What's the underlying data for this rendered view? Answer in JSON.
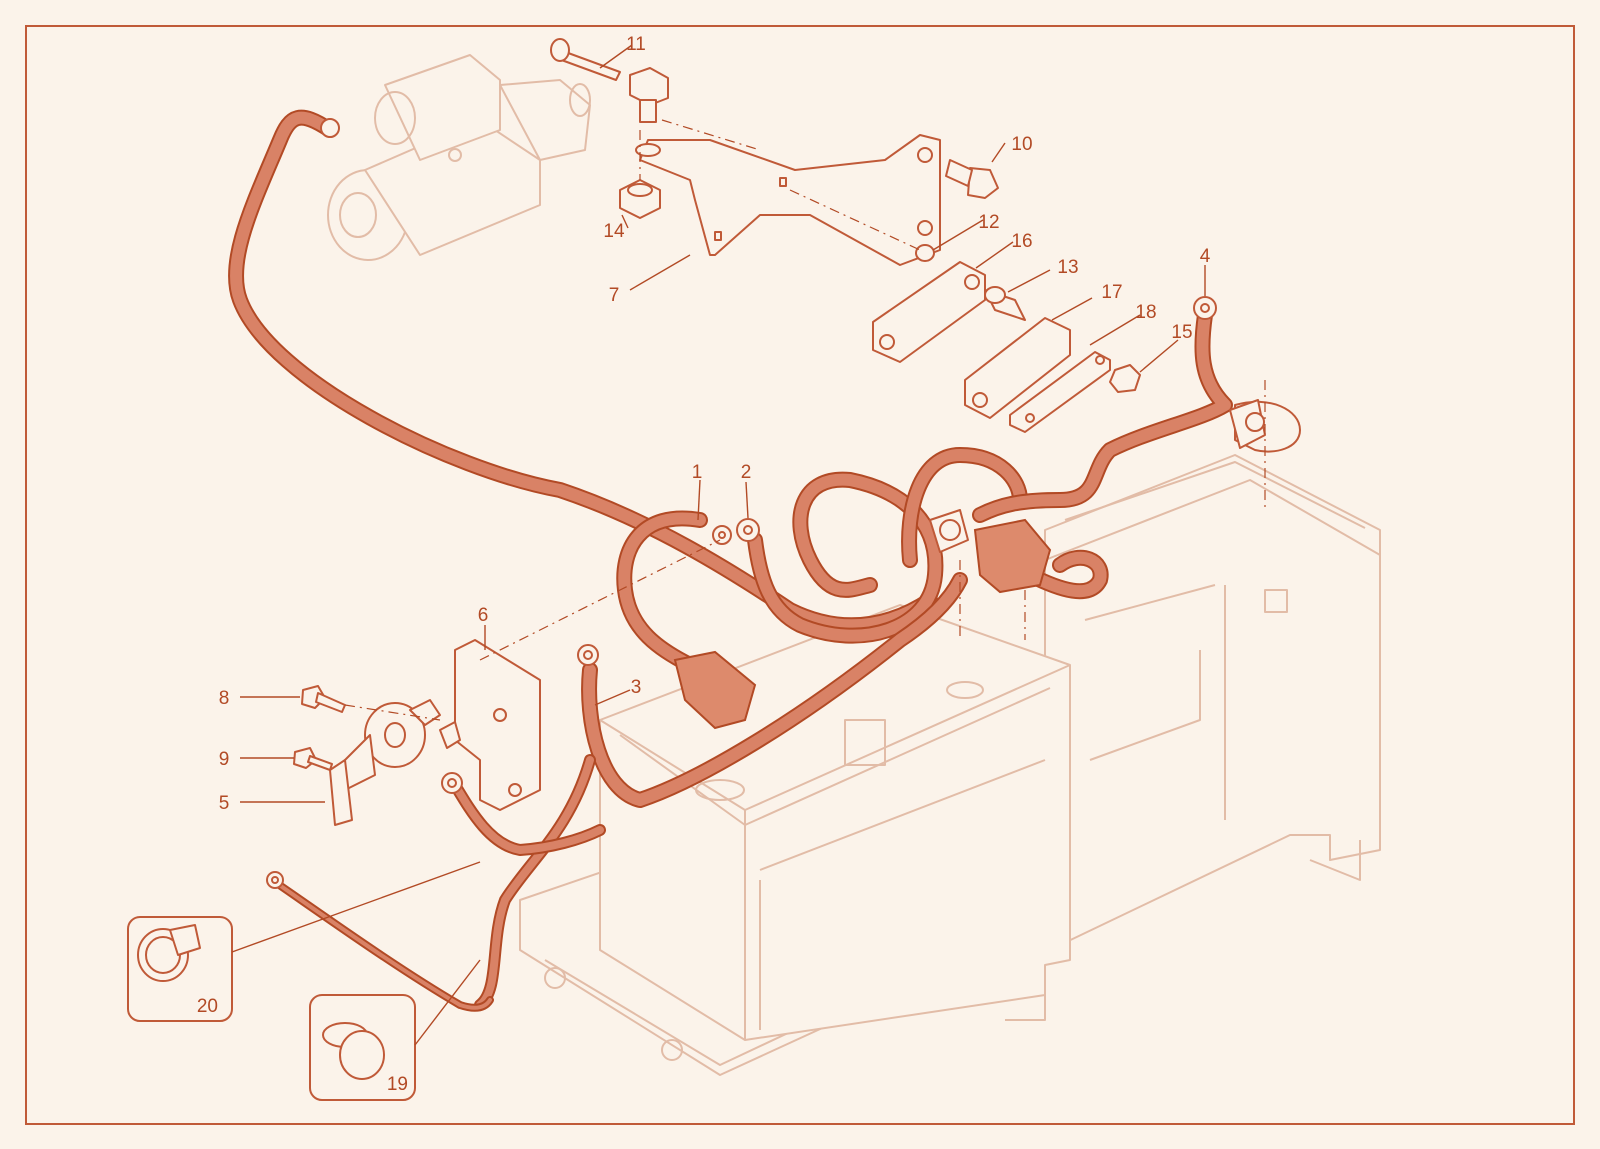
{
  "diagram": {
    "colors": {
      "accent": "#b24a25",
      "cable": "#d98266",
      "line": "#c05a38",
      "faint": "#e2bca7",
      "background": "#fbf3ea"
    },
    "callouts": [
      "1",
      "2",
      "3",
      "4",
      "5",
      "6",
      "7",
      "8",
      "9",
      "10",
      "11",
      "12",
      "13",
      "14",
      "15",
      "16",
      "17",
      "18",
      "19",
      "20"
    ],
    "insets": [
      {
        "label": "20"
      },
      {
        "label": "19"
      }
    ]
  }
}
